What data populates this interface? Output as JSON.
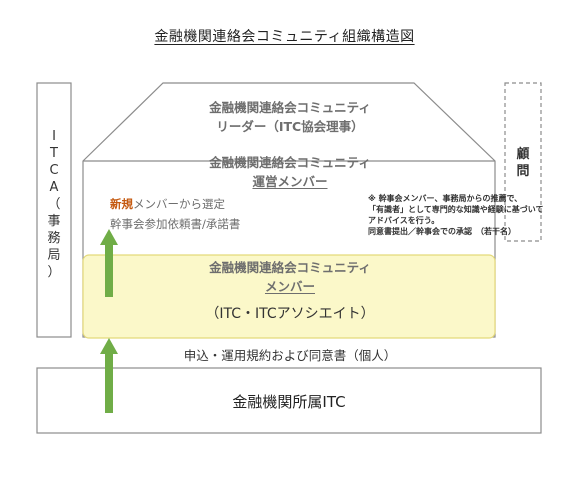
{
  "title": "金融機関連絡会コミュニティ組織構造図",
  "left_box": {
    "chars": [
      "I",
      "T",
      "C",
      "A",
      "（",
      "事",
      "務",
      "局",
      "）"
    ]
  },
  "right_box": {
    "chars": [
      "顧",
      "問"
    ]
  },
  "leaders": {
    "line1": "金融機関連絡会コミュニティ",
    "line2": "リーダー（ITC協会理事）"
  },
  "operating": {
    "line1": "金融機関連絡会コミュニティ",
    "line2": "運営メンバー"
  },
  "selection": {
    "new_word": "新規",
    "rest": "メンバーから選定",
    "line2": "幹事会参加依頼書/承諾書"
  },
  "note": {
    "lines": [
      "※ 幹事会メンバー、事務局からの推薦で、",
      "「有識者」として専門的な知識や経験に基づいて",
      "アドバイスを行う。",
      "同意書提出／幹事会での承認　（若干名）"
    ]
  },
  "members": {
    "line1": "金融機関連絡会コミュニティ",
    "line2": "メンバー",
    "line3": "（ITC・ITCアソシエイト）"
  },
  "application": "申込・運用規約および同意書（個人）",
  "affiliation": "金融機関所属ITC",
  "colors": {
    "border": "#8c8c8c",
    "member_fill": "#fbf8c9",
    "member_border": "#e4d97a",
    "arrow": "#70ad47",
    "new_word": "#c55a11",
    "grey_text": "#6e6e6e"
  }
}
